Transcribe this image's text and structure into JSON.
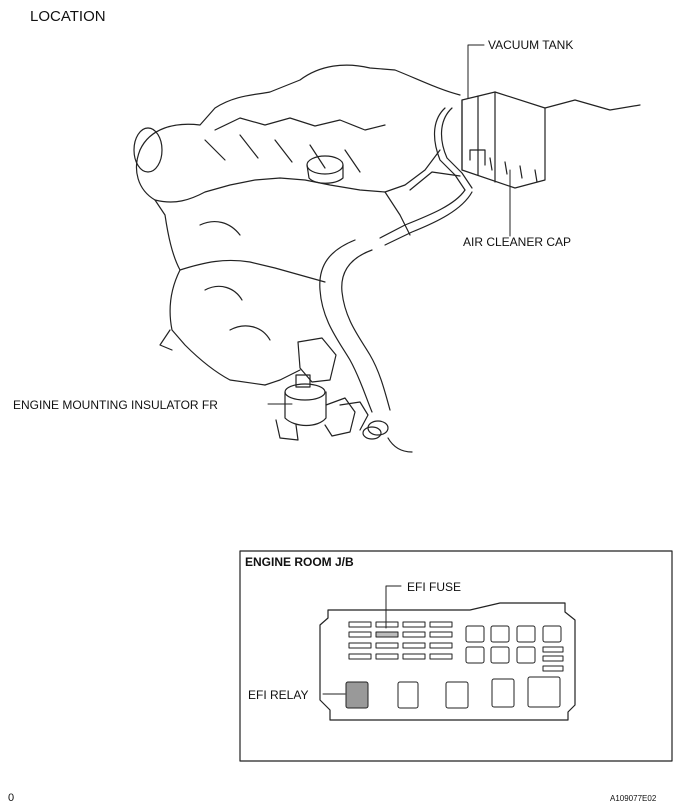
{
  "heading": "LOCATION",
  "labels": {
    "vacuum_tank": "VACUUM TANK",
    "air_cleaner_cap": "AIR CLEANER CAP",
    "engine_mount": "ENGINE MOUNTING INSULATOR FR"
  },
  "junction_box": {
    "title": "ENGINE ROOM J/B",
    "efi_fuse": "EFI FUSE",
    "efi_relay": "EFI RELAY"
  },
  "footer": {
    "page_number": "0",
    "figure_code": "A109077E02"
  }
}
